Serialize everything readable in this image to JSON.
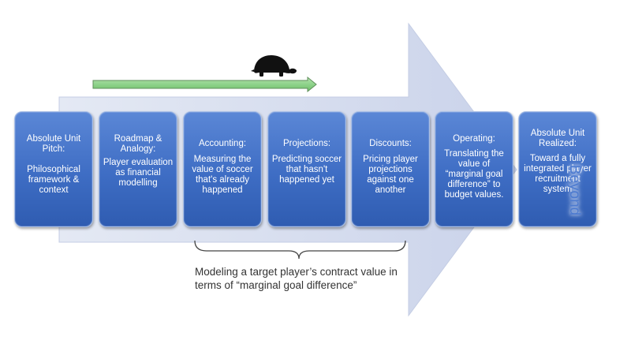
{
  "stages": [
    {
      "title": "Absolute Unit Pitch:",
      "description": "Philosophical framework & context"
    },
    {
      "title": "Roadmap & Analogy:",
      "description": "Player evaluation as financial modelling"
    },
    {
      "title": "Accounting:",
      "description": "Measuring the value of soccer that's already happened"
    },
    {
      "title": "Projections:",
      "description": "Predicting soccer that hasn't happened yet"
    },
    {
      "title": "Discounts:",
      "description": "Pricing player projections against one another"
    },
    {
      "title": "Operating:",
      "description": "Translating the value of “marginal goal difference” to budget values."
    },
    {
      "title": "Absolute Unit Realized:",
      "description": "Toward a fully integrated player recruitment system"
    }
  ],
  "beyond_label": "Beyond",
  "bracket_caption": {
    "line1": "Modeling a target player’s contract value in",
    "line2": "terms of “marginal goal difference”"
  },
  "icons": {
    "progress_marker": "turtle-icon",
    "progress_arrow": "green-arrow-icon"
  },
  "colors": {
    "box_fill": "#3e6dc4",
    "big_arrow": "#d7deef",
    "progress_arrow": "#8ed28a",
    "beyond_text": "#4d7bd0"
  }
}
